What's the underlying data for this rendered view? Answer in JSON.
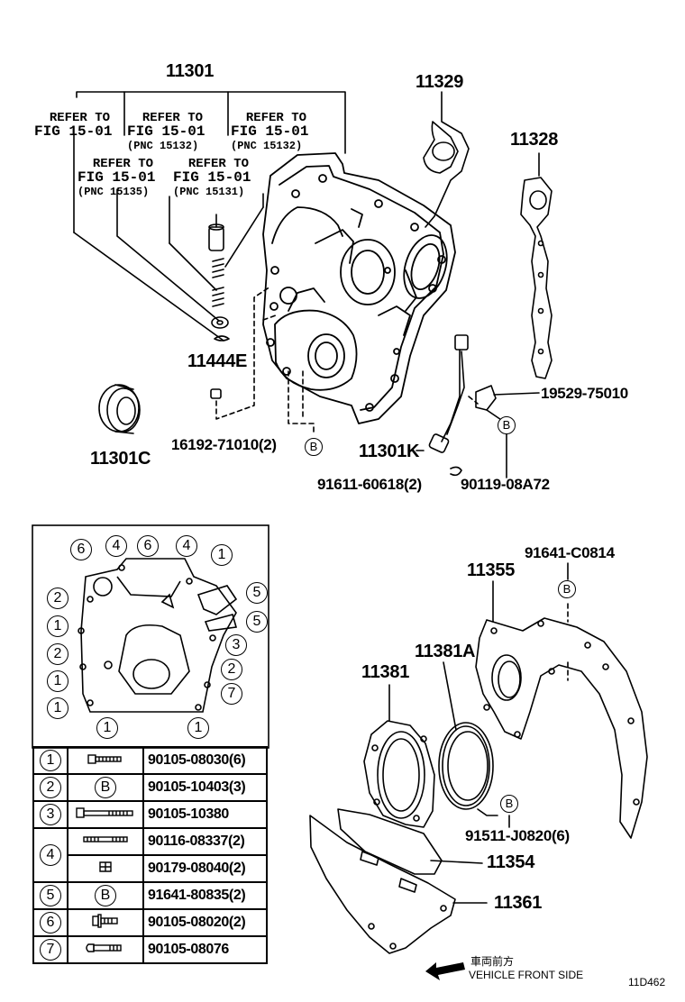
{
  "header": {
    "assembly_number": "11301",
    "refer_notes": [
      {
        "line1": "REFER TO",
        "line2": "FIG 15-01",
        "line3": ""
      },
      {
        "line1": "REFER TO",
        "line2": "FIG 15-01",
        "line3": "(PNC 15132)"
      },
      {
        "line1": "REFER TO",
        "line2": "FIG 15-01",
        "line3": "(PNC 15132)"
      },
      {
        "line1": "REFER TO",
        "line2": "FIG 15-01",
        "line3": "(PNC 15135)"
      },
      {
        "line1": "REFER TO",
        "line2": "FIG 15-01",
        "line3": "(PNC 15131)"
      }
    ]
  },
  "part_labels": {
    "p11329": "11329",
    "p11328": "11328",
    "p11444e": "11444E",
    "p11301c": "11301C",
    "p16192": "16192-71010(2)",
    "p19529": "19529-75010",
    "p11301k": "11301K",
    "p91611": "91611-60618(2)",
    "p90119": "90119-08A72",
    "p91641c": "91641-C0814",
    "p11355": "11355",
    "p11381a": "11381A",
    "p11381": "11381",
    "p91511": "91511-J0820(6)",
    "p11354": "11354",
    "p11361": "11361"
  },
  "markers": {
    "B": "B",
    "detail_numbers": [
      "6",
      "4",
      "6",
      "4",
      "1",
      "2",
      "1",
      "2",
      "1",
      "1",
      "5",
      "5",
      "3",
      "2",
      "7",
      "1",
      "1"
    ]
  },
  "bolt_table": [
    {
      "key": "1",
      "icon": "bolt-icon",
      "part": "90105-08030(6)"
    },
    {
      "key": "2",
      "icon": "b-mark",
      "part": "90105-10403(3)"
    },
    {
      "key": "3",
      "icon": "long-bolt-icon",
      "part": "90105-10380"
    },
    {
      "key": "4",
      "icon": "stud-icon",
      "part": "90116-08337(2)"
    },
    {
      "key": "4",
      "icon": "nut-icon",
      "part": "90179-08040(2)"
    },
    {
      "key": "5",
      "icon": "b-mark",
      "part": "91641-80835(2)"
    },
    {
      "key": "6",
      "icon": "flange-bolt-icon",
      "part": "90105-08020(2)"
    },
    {
      "key": "7",
      "icon": "stud-bolt-icon",
      "part": "90105-08076"
    }
  ],
  "footer": {
    "direction_jp": "車両前方",
    "direction_en": "VEHICLE FRONT SIDE",
    "figure_code": "11D462"
  }
}
